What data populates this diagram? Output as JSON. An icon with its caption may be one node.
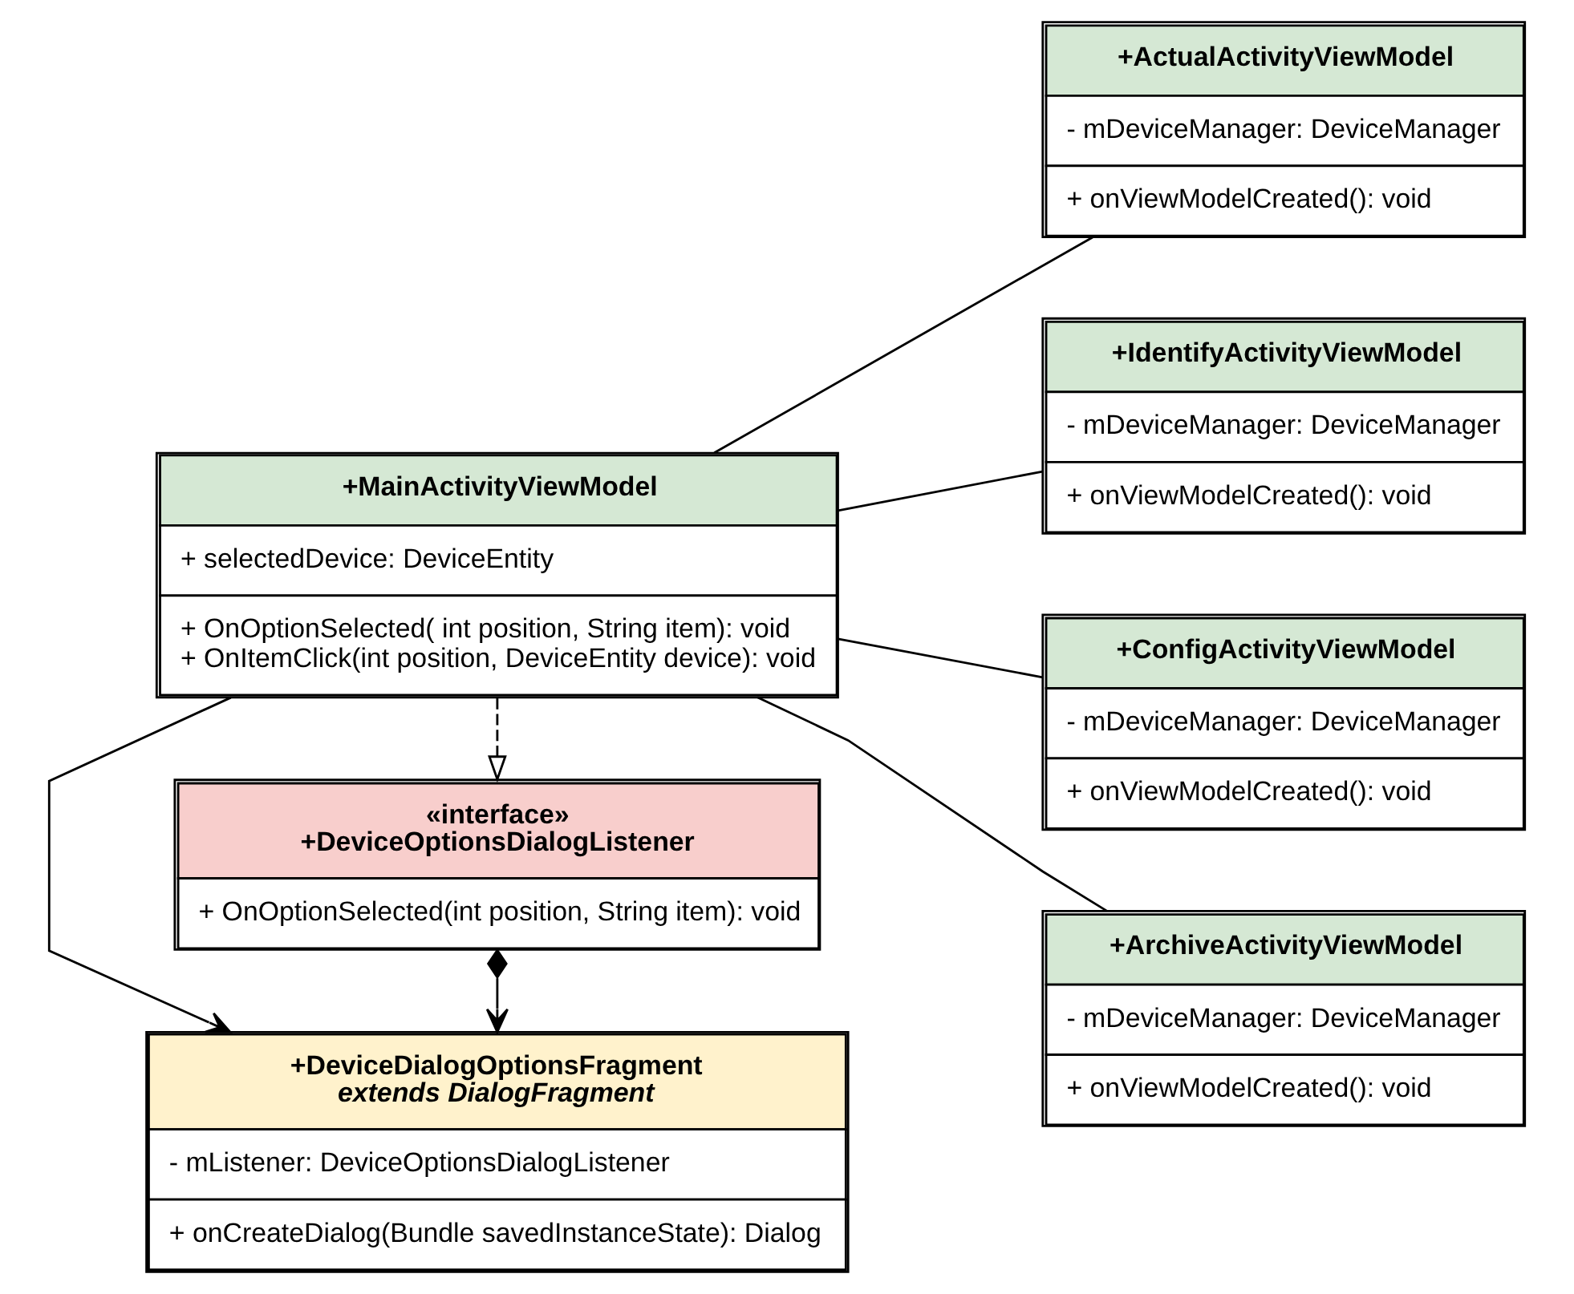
{
  "diagram": {
    "nodes": [
      {
        "text": [
          "+MainActivityViewModel",
          "+ selectedDevice: DeviceEntity",
          "+ OnOptionSelected( int position, String item): void",
          "+ OnItemClick(int position, DeviceEntity device): void"
        ]
      },
      {
        "text": [
          "«interface»",
          "+DeviceOptionsDialogListener",
          "+ OnOptionSelected(int position, String item): void"
        ]
      },
      {
        "text": [
          "+DeviceDialogOptionsFragment",
          "extends DialogFragment",
          "- mListener: DeviceOptionsDialogListener",
          "+ onCreateDialog(Bundle savedInstanceState): Dialog"
        ]
      },
      {
        "text": [
          "+ActualActivityViewModel",
          "- mDeviceManager: DeviceManager",
          "+ onViewModelCreated(): void"
        ]
      },
      {
        "text": [
          "+IdentifyActivityViewModel",
          "- mDeviceManager: DeviceManager",
          "+ onViewModelCreated(): void"
        ]
      },
      {
        "text": [
          "+ConfigActivityViewModel",
          "- mDeviceManager: DeviceManager",
          "+ onViewModelCreated(): void"
        ]
      },
      {
        "text": [
          "+ArchiveActivityViewModel",
          "- mDeviceManager: DeviceManager",
          "+ onViewModelCreated(): void"
        ]
      }
    ],
    "edges": [
      {
        "from": 0,
        "to": 1,
        "arrow": "to",
        "style": "dashed"
      },
      {
        "from": 0,
        "to": 2,
        "arrow": "to"
      },
      {
        "from": 1,
        "to": 2,
        "arrow": "to"
      },
      {
        "from": 0,
        "to": 3,
        "arrow": "none"
      },
      {
        "from": 0,
        "to": 4,
        "arrow": "none"
      },
      {
        "from": 0,
        "to": 5,
        "arrow": "none"
      },
      {
        "from": 0,
        "to": 6,
        "arrow": "none"
      }
    ]
  }
}
